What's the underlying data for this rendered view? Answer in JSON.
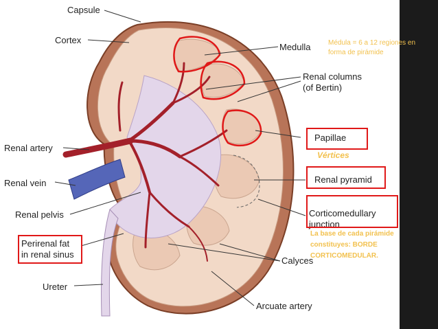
{
  "labels": {
    "capsule": "Capsule",
    "cortex": "Cortex",
    "medulla": "Medulla",
    "renal_columns_1": "Renal columns",
    "renal_columns_2": "(of Bertin)",
    "papillae": "Papillae",
    "renal_pyramid": "Renal pyramid",
    "corticomedullary_1": "Corticomedullary",
    "corticomedullary_2": "junction",
    "renal_artery": "Renal artery",
    "renal_vein": "Renal vein",
    "renal_pelvis": "Renal pelvis",
    "perirenal_1": "Perirenal fat",
    "perirenal_2": "in renal sinus",
    "calyces": "Calyces",
    "ureter": "Ureter",
    "arcuate_artery": "Arcuate artery"
  },
  "annotations": {
    "medula_note_1": "Médula = 6 a 12 regiones en",
    "medula_note_2": "forma de pirámide",
    "vertices": "Vértices",
    "borde_note_1": "La base de cada pirámide",
    "borde_note_2": "constituyes: BORDE",
    "borde_note_3": "CORTICOMEDULAR."
  },
  "colors": {
    "highlight_box": "#e01818",
    "annotation_text": "#f2c14e",
    "cortex": "#f2d9c7",
    "medulla": "#ebc9b4",
    "capsule_edge": "#9a5a3c",
    "artery": "#a3202a",
    "vein": "#5566b8",
    "pelvis": "#e3d6ea"
  }
}
